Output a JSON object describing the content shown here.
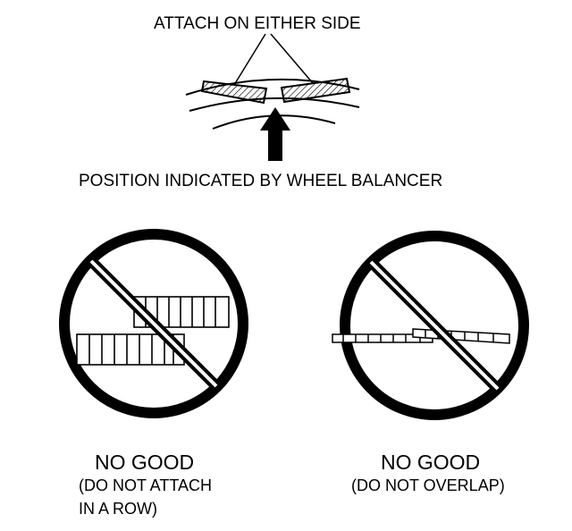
{
  "labels": {
    "attach_either_side": "ATTACH ON EITHER SIDE",
    "position_indicated": "POSITION INDICATED BY WHEEL BALANCER",
    "left_verdict": "NO GOOD",
    "left_reason_line1": "(DO NOT ATTACH",
    "left_reason_line2": "IN A ROW)",
    "right_verdict": "NO GOOD",
    "right_reason": "(DO NOT OVERLAP)"
  },
  "colors": {
    "ink": "#000000",
    "paper": "#ffffff"
  },
  "icons": [
    "prohibition-sign-icon",
    "up-arrow-icon",
    "wheel-weight-icon"
  ]
}
